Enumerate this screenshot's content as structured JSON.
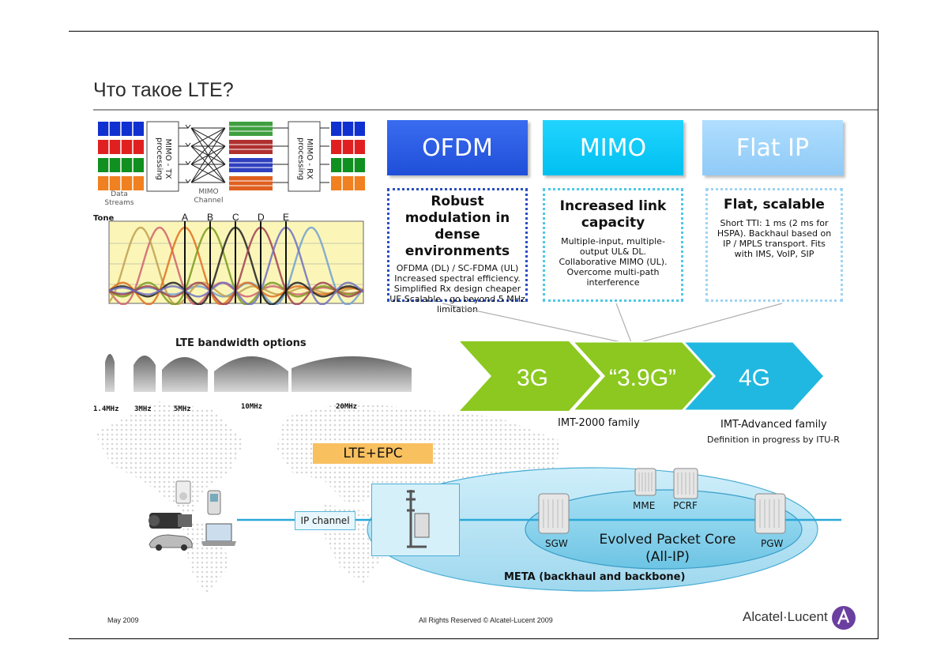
{
  "slide": {
    "title": "Что такое LTE?",
    "footer_date": "May 2009",
    "footer_rights": "All Rights Reserved © Alcatel-Lucent 2009",
    "brand": "Alcatel·Lucent"
  },
  "mimo_diagram": {
    "tx_label": "MIMO - TX processing",
    "rx_label": "MIMO - RX processing",
    "streams_label": "Data Streams",
    "channel_label": "MIMO Channel"
  },
  "tone_chart": {
    "tone_label": "Tone",
    "peaks": [
      "A",
      "B",
      "C",
      "D",
      "E"
    ],
    "colors": {
      "A": "#e07020",
      "B": "#7a9a20",
      "C": "#202020",
      "D": "#a04050",
      "E": "#7070c0"
    }
  },
  "headers": {
    "ofdm": "OFDM",
    "mimo": "MIMO",
    "flat": "Flat IP"
  },
  "boxes": {
    "ofdm": {
      "heading": "Robust modulation in dense environments",
      "lines": [
        "OFDMA (DL) / SC-FDMA (UL)",
        "Increased spectral efficiency.",
        "Simplified Rx design  cheaper",
        "UE Scalable - go beyond 5 MHz",
        "limitation"
      ]
    },
    "mimo": {
      "heading": "Increased link capacity",
      "lines": [
        "Multiple-input, multiple-",
        "output UL& DL.",
        "Collaborative MIMO (UL).",
        "Overcome multi-path",
        "interference"
      ]
    },
    "flat": {
      "heading": "Flat, scalable",
      "lines": [
        "Short TTI: 1 ms (2 ms for",
        "HSPA). Backhaul based on",
        "IP / MPLS transport. Fits",
        "with IMS, VoIP, SIP"
      ]
    }
  },
  "bandwidth": {
    "title": "LTE bandwidth options",
    "options": [
      "1.4MHz",
      "3MHz",
      "5MHz",
      "10MHz",
      "20MHz"
    ]
  },
  "evolution": {
    "stages": [
      "3G",
      "“3.9G”",
      "4G"
    ],
    "colors": {
      "g3": "#8cc820",
      "g39": "#8cc820",
      "g4": "#20b8e0"
    },
    "imt2000": "IMT-2000 family",
    "imtadv": "IMT-Advanced family",
    "itu": "Definition in progress by ITU-R"
  },
  "network": {
    "lte_epc": "LTE+EPC",
    "ip_channel": "IP channel",
    "mme": "MME",
    "pcrf": "PCRF",
    "sgw": "SGW",
    "pgw": "PGW",
    "epc_line1": "Evolved Packet Core",
    "epc_line2": "(All-IP)",
    "meta": "META (backhaul and backbone)"
  }
}
